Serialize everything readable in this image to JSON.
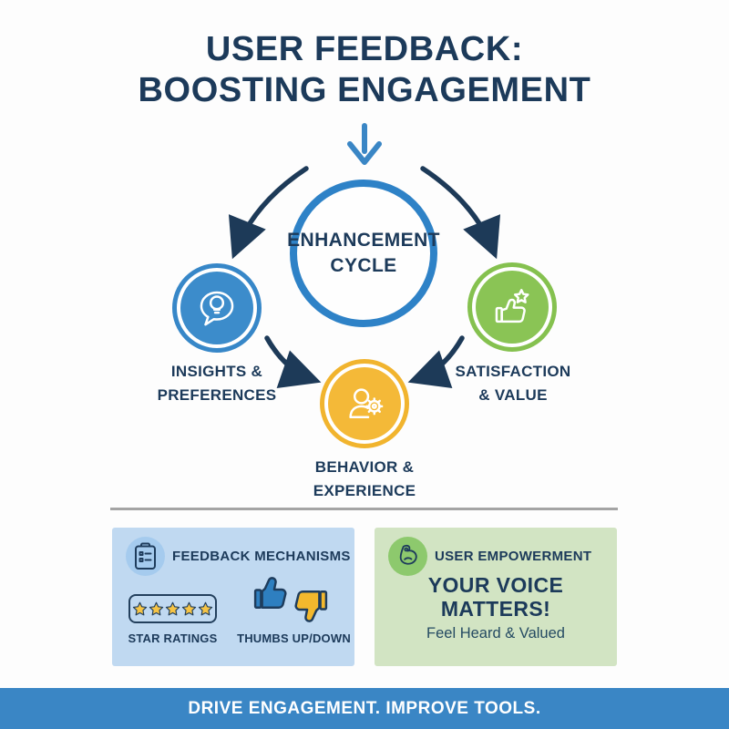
{
  "title": {
    "line1": "USER FEEDBACK:",
    "line2": "BOOSTING ENGAGEMENT"
  },
  "diagram": {
    "center": {
      "line1": "ENHANCEMENT",
      "line2": "CYCLE"
    },
    "nodes": {
      "insights": {
        "line1": "INSIGHTS &",
        "line2": "PREFERENCES",
        "color": "#3c8ccb",
        "icon": "idea-speech-bubble-icon"
      },
      "satisfaction": {
        "line1": "SATISFACTION",
        "line2": "& VALUE",
        "color": "#8ac455",
        "icon": "thumb-up-star-icon"
      },
      "behavior": {
        "line1": "BEHAVIOR &",
        "line2": "EXPERIENCE",
        "color": "#f4b938",
        "icon": "person-gear-icon"
      }
    },
    "arrow_color": "#1d3a58",
    "cycle_ring_color": "#2e82c7",
    "top_arrow_color": "#3a86c5"
  },
  "panels": {
    "feedback": {
      "header": "FEEDBACK MECHANISMS",
      "badge_icon": "clipboard-checklist-icon",
      "star_label": "STAR RATINGS",
      "star_count": 5,
      "rating_max": 5,
      "thumbs_label": "THUMBS UP/DOWN",
      "bg": "#c0d9f1"
    },
    "empowerment": {
      "header": "USER EMPOWERMENT",
      "badge_icon": "flexed-bicep-icon",
      "headline_line1": "YOUR VOICE",
      "headline_line2": "MATTERS!",
      "subline": "Feel Heard & Valued",
      "bg": "#d2e4c3"
    }
  },
  "footer": {
    "text": "DRIVE ENGAGEMENT. IMPROVE TOOLS."
  },
  "colors": {
    "navy_text": "#1c3a5a",
    "blue_accent": "#3a86c5",
    "green_accent": "#8ac455",
    "yellow_accent": "#f4b938",
    "star_fill": "#f6c445",
    "thumb_up_fill": "#2e7fc0",
    "thumb_down_fill": "#f3b82d",
    "divider_gray": "#a4a4a4"
  }
}
